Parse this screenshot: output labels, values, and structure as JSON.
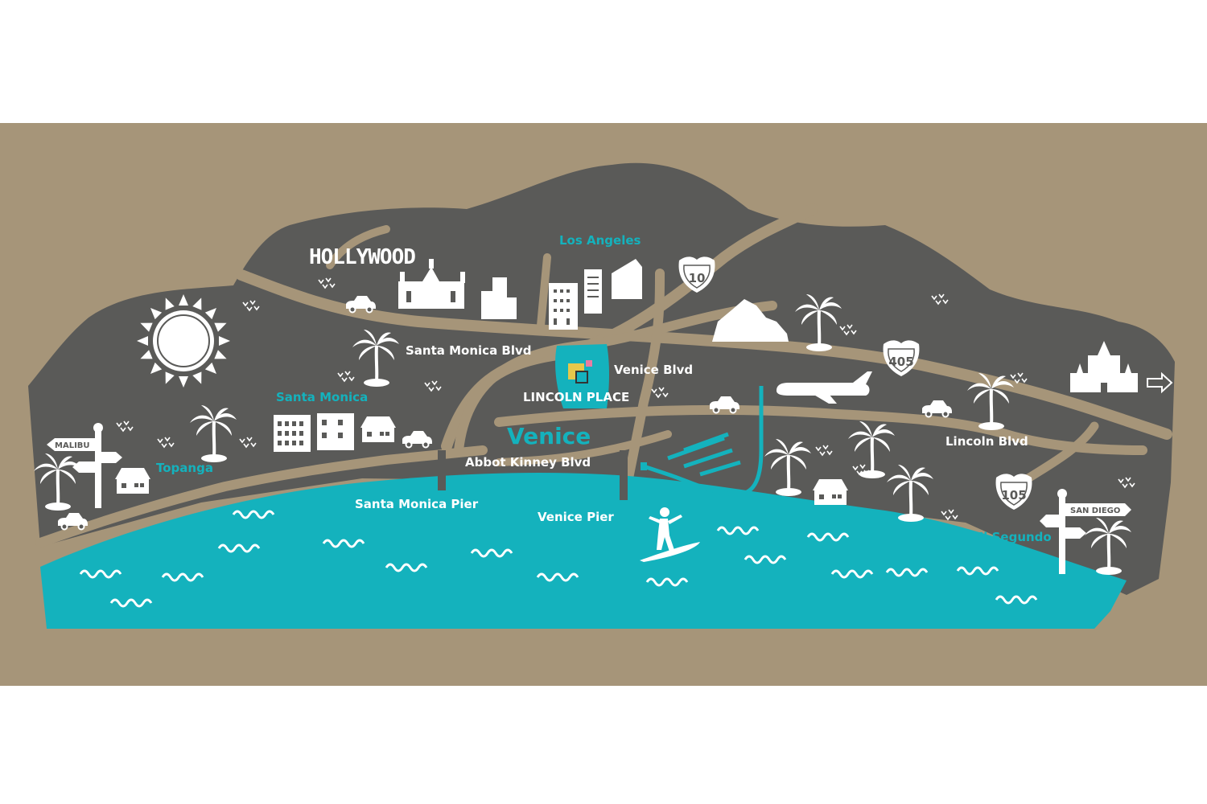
{
  "map": {
    "colors": {
      "frame": "#a69579",
      "land": "#5a5a58",
      "road": "#a69579",
      "ocean": "#14b2bd",
      "label_white": "#ffffff",
      "label_teal": "#14b2bd"
    },
    "landmark_title": "HOLLYWOOD",
    "featured": {
      "name": "LINCOLN PLACE",
      "icon": "lincoln-place-logo"
    },
    "neighborhoods": {
      "los_angeles": "Los Angeles",
      "santa_monica": "Santa Monica",
      "topanga": "Topanga",
      "venice": "Venice",
      "el_segundo": "El Segundo"
    },
    "streets": {
      "santa_monica_blvd": "Santa Monica Blvd",
      "venice_blvd": "Venice Blvd",
      "abbot_kinney_blvd": "Abbot Kinney Blvd",
      "lincoln_blvd": "Lincoln Blvd"
    },
    "piers": {
      "santa_monica_pier": "Santa Monica Pier",
      "venice_pier": "Venice Pier"
    },
    "highways": {
      "i10": "10",
      "i405": "405",
      "i105": "105"
    },
    "signposts": {
      "malibu": "MALIBU",
      "san_diego": "SAN DIEGO"
    },
    "icons": [
      "sun-icon",
      "palm-tree-icon",
      "car-icon",
      "house-icon",
      "hotel-icon",
      "building-icon",
      "theater-icon",
      "concert-hall-icon",
      "airplane-icon",
      "castle-icon",
      "arrow-right-icon",
      "surfer-icon",
      "wave-icon",
      "bird-icon",
      "marina-icon",
      "signpost-icon"
    ]
  }
}
